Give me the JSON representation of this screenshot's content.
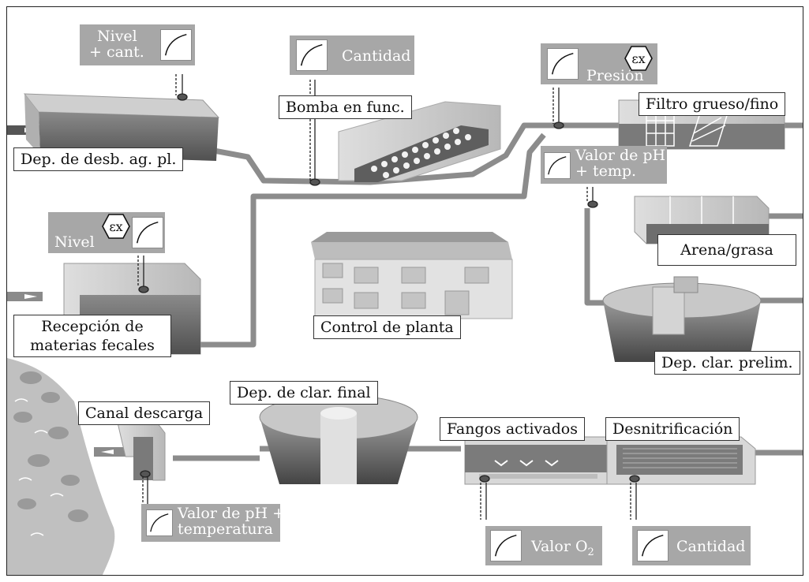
{
  "labels": {
    "dep_desb": "Dep. de desb. ag. pl.",
    "bomba": "Bomba en func.",
    "filtro": "Filtro grueso/fino",
    "arena": "Arena/grasa",
    "recepcion_1": "Recepción de",
    "recepcion_2": "materias fecales",
    "control": "Control de planta",
    "dep_clar_prelim": "Dep. clar. prelim.",
    "dep_clar_final": "Dep. de clar. final",
    "canal": "Canal descarga",
    "fangos": "Fangos activados",
    "desnitri": "Desnitrificación"
  },
  "sensors": {
    "nivel_cant_1": "Nivel",
    "nivel_cant_2": "+ cant.",
    "cantidad_top": "Cantidad",
    "presion": "Presión",
    "ph_temp_1": "Valor de pH",
    "ph_temp_2": "+ temp.",
    "nivel": "Nivel",
    "ph_temperatura_1": "Valor de pH +",
    "ph_temperatura_2": "temperatura",
    "o2_main": "Valor O",
    "o2_sub": "2",
    "cantidad_bottom": "Cantidad"
  },
  "ex_mark": "εx",
  "colors": {
    "sensor_panel": "#a7a7a7",
    "pipe": "#8c8c8c",
    "structure_dark": "#6d6d6d",
    "structure_light": "#d6d6d6"
  }
}
